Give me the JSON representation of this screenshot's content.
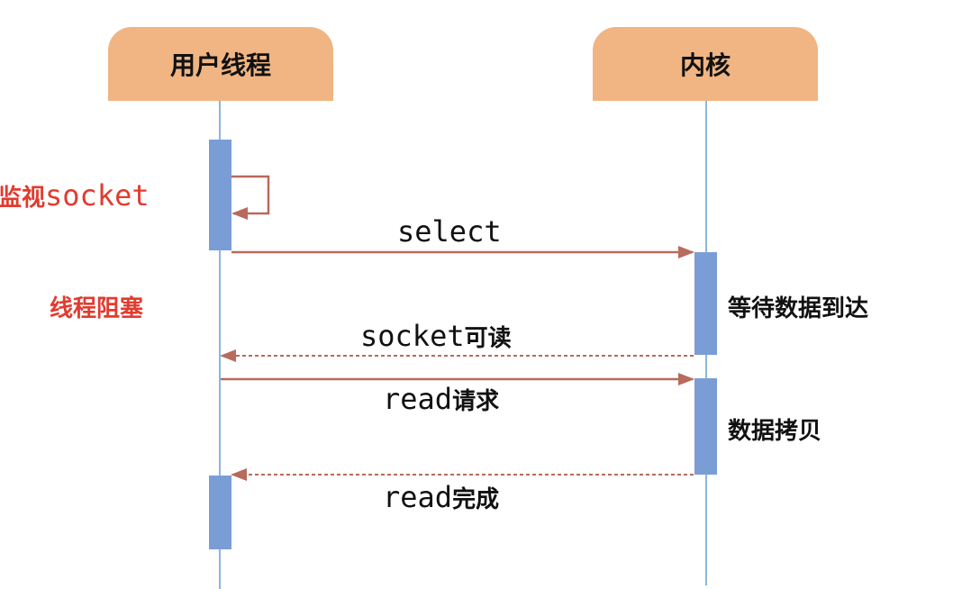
{
  "actors": {
    "user_thread": "用户线程",
    "kernel": "内核"
  },
  "notes": {
    "monitor_cn": "监视",
    "monitor_socket": "socket",
    "thread_blocked": "线程阻塞",
    "wait_data": "等待数据到达",
    "data_copy": "数据拷贝"
  },
  "messages": {
    "select": "select",
    "socket_readable_code": "socket",
    "socket_readable_cn": "可读",
    "read_request_code": "read",
    "read_request_cn": "请求",
    "read_done_code": "read",
    "read_done_cn": "完成"
  },
  "colors": {
    "actor_fill": "#f0b583",
    "lifeline": "#8ab8dc",
    "activation": "#7b9dd6",
    "arrow": "#b86a5c",
    "note_red": "#e23b2f"
  }
}
